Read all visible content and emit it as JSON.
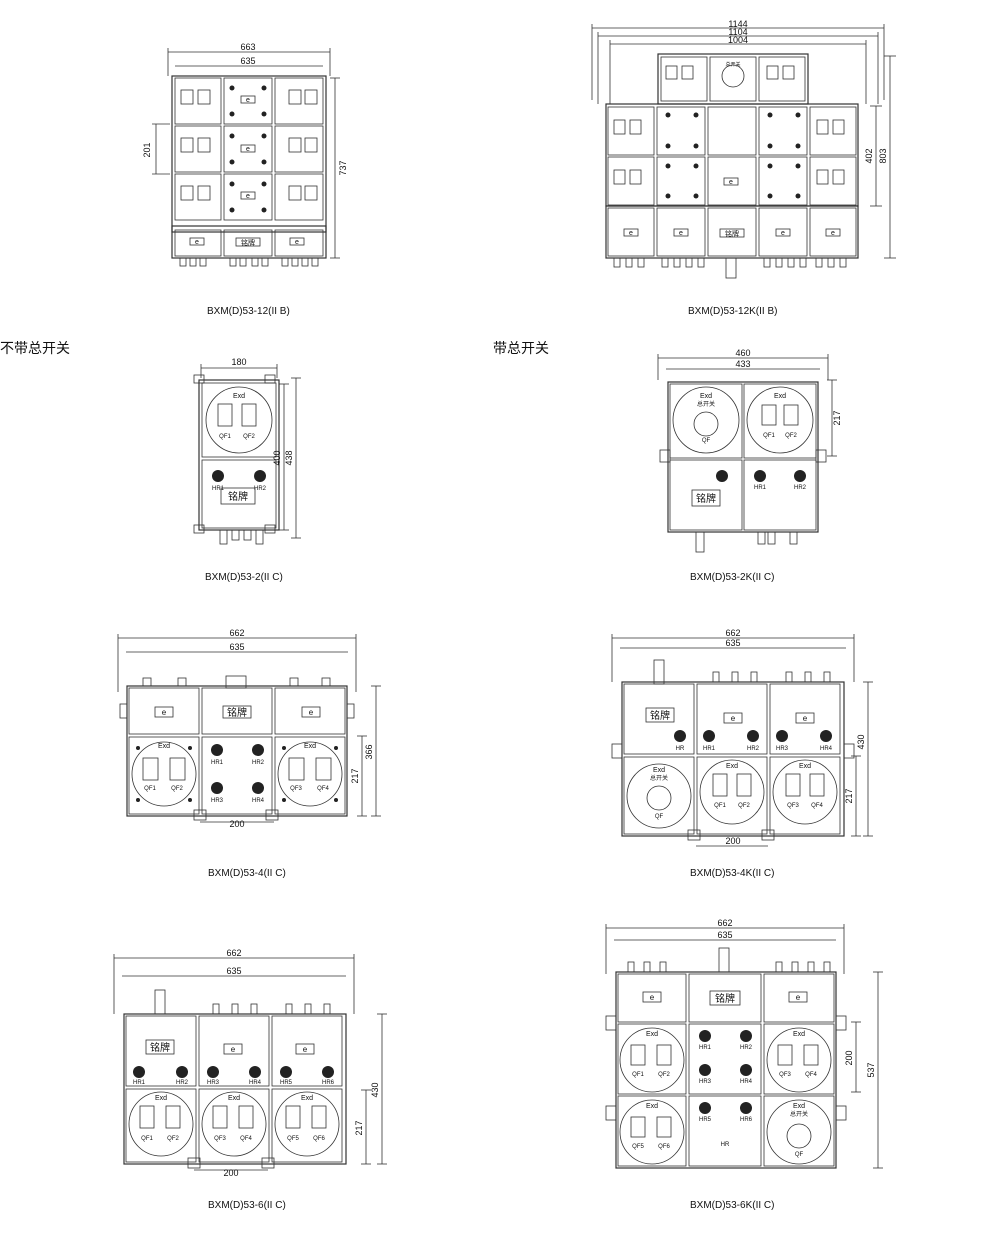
{
  "sections": {
    "left": "不带总开关",
    "right": "带总开关"
  },
  "nameplate": "铭牌",
  "exd": "Exd",
  "main_switch": "总开关",
  "e_mark": "e",
  "panels": [
    {
      "id": "p12",
      "caption": "BXM(D)53-12(II B)",
      "dims": [
        "663",
        "635",
        "201",
        "737"
      ]
    },
    {
      "id": "p12k",
      "caption": "BXM(D)53-12K(II B)",
      "dims": [
        "1144",
        "1104",
        "1004",
        "402",
        "803"
      ]
    },
    {
      "id": "p2",
      "caption": "BXM(D)53-2(II C)",
      "dims": [
        "180",
        "400",
        "438"
      ],
      "switches": [
        "QF1",
        "QF2"
      ],
      "lamps": [
        "HR1",
        "HR2"
      ]
    },
    {
      "id": "p2k",
      "caption": "BXM(D)53-2K(II C)",
      "dims": [
        "460",
        "433",
        "217"
      ],
      "switches": [
        "QF",
        "QF1",
        "QF2"
      ],
      "lamps": [
        "HR1",
        "HR2"
      ]
    },
    {
      "id": "p4",
      "caption": "BXM(D)53-4(II C)",
      "dims": [
        "662",
        "635",
        "366",
        "217",
        "200"
      ],
      "switches": [
        "QF1",
        "QF2",
        "QF3",
        "QF4"
      ],
      "lamps": [
        "HR1",
        "HR2",
        "HR3",
        "HR4"
      ]
    },
    {
      "id": "p4k",
      "caption": "BXM(D)53-4K(II C)",
      "dims": [
        "662",
        "635",
        "430",
        "217",
        "200"
      ],
      "switches": [
        "QF",
        "QF1",
        "QF2",
        "QF3",
        "QF4"
      ],
      "lamps": [
        "HR",
        "HR1",
        "HR2",
        "HR3",
        "HR4"
      ]
    },
    {
      "id": "p6",
      "caption": "BXM(D)53-6(II C)",
      "dims": [
        "662",
        "635",
        "430",
        "217",
        "200"
      ],
      "switches": [
        "QF1",
        "QF2",
        "QF3",
        "QF4",
        "QF5",
        "QF6"
      ],
      "lamps": [
        "HR1",
        "HR2",
        "HR3",
        "HR4",
        "HR5",
        "HR6"
      ]
    },
    {
      "id": "p6k",
      "caption": "BXM(D)53-6K(II C)",
      "dims": [
        "662",
        "635",
        "200",
        "537"
      ],
      "switches": [
        "QF",
        "QF1",
        "QF2",
        "QF3",
        "QF4",
        "QF5",
        "QF6"
      ],
      "lamps": [
        "HR",
        "HR1",
        "HR2",
        "HR3",
        "HR4",
        "HR5",
        "HR6"
      ]
    }
  ]
}
